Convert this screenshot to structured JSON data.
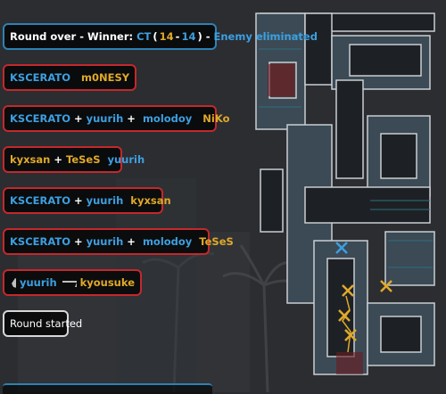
{
  "killfeed": {
    "summary": {
      "prefix": "Round over - Winner:",
      "winner": "CT",
      "open_paren": "(",
      "score_ct": "14",
      "dash": "-",
      "score_t": "14",
      "close_paren": ")",
      "sep": "-",
      "reason": "Enemy eliminated"
    },
    "kills": [
      {
        "attacker": "KSCERATO",
        "attacker_side": "ct",
        "assist": "",
        "assist_side": "",
        "flash_assist": "",
        "weapon": "rifle-icon",
        "victim": "m0NESY",
        "victim_side": "t"
      },
      {
        "attacker": "KSCERATO",
        "attacker_side": "ct",
        "assist": "yuurih",
        "assist_side": "ct",
        "flash_assist": "molodoy",
        "weapon": "rifle-icon",
        "victim": "NiKo",
        "victim_side": "t"
      },
      {
        "attacker": "kyxsan",
        "attacker_side": "t",
        "assist": "TeSeS",
        "assist_side": "t",
        "flash_assist": "",
        "weapon": "grenade-icon",
        "victim": "yuurih",
        "victim_side": "ct"
      },
      {
        "attacker": "KSCERATO",
        "attacker_side": "ct",
        "assist": "yuurih",
        "assist_side": "ct",
        "flash_assist": "",
        "weapon": "rifle-icon",
        "victim": "kyxsan",
        "victim_side": "t"
      },
      {
        "attacker": "KSCERATO",
        "attacker_side": "ct",
        "assist": "yuurih",
        "assist_side": "ct",
        "flash_assist": "molodoy",
        "weapon": "rifle-icon",
        "victim": "TeSeS",
        "victim_side": "t"
      },
      {
        "attacker": "yuurih",
        "attacker_side": "ct",
        "assist": "",
        "assist_side": "",
        "flash_assist": "",
        "weapon": "rifle-icon",
        "victim": "kyousuke",
        "victim_side": "t",
        "prefix_icon": "grenade-icon"
      }
    ],
    "plus": "+",
    "round_started": "Round started"
  },
  "colors": {
    "ct": "#3d9fe0",
    "t": "#e0a92a",
    "kill_border": "#c4282b",
    "summary_border": "#2d82b5",
    "start_border": "#d7d7d7"
  },
  "radar": {
    "icons": [
      "map-radar",
      "ct-marker-icon",
      "t-marker-icon"
    ]
  }
}
